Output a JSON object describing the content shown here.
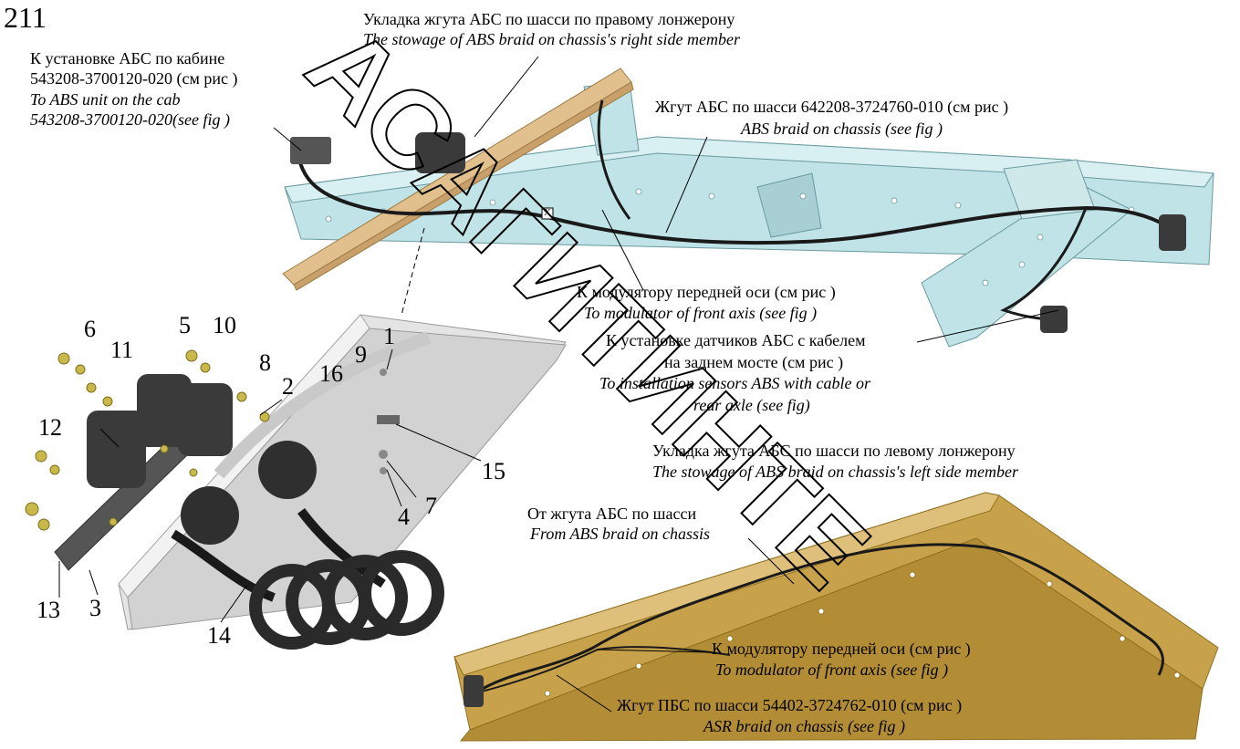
{
  "page_number": "211",
  "watermark": "АСАГИТИНТЕ",
  "captions": {
    "right_member_ru": "Укладка жгута АБС по шасси по правому лонжерону",
    "right_member_en": "The stowage of ABS braid on chassis's right side member",
    "cab_ru_1": "К установке АБС по кабине",
    "cab_ru_2": "543208-3700120-020 (см рис     )",
    "cab_en_1": "To ABS unit on the cab",
    "cab_en_2": "543208-3700120-020(see fig     )",
    "braid_ru": "Жгут АБС по шасси 642208-3724760-010 (см рис     )",
    "braid_en": "ABS braid on chassis (see fig     )",
    "front_mod_ru": "К модулятору передней оси (см рис     )",
    "front_mod_en": "To modulator of front axis (see fig     )",
    "sensors_ru_1": "К установке датчиков АБС с кабелем",
    "sensors_ru_2": "на заднем мосте (см рис     )",
    "sensors_en_1": "To installation sensors ABS with cable or",
    "sensors_en_2": "rear axle (see fig)",
    "left_member_ru": "Укладка жгута АБС по шасси по левому лонжерону",
    "left_member_en": "The stowage of ABS braid on chassis's left side member",
    "from_braid_ru": "От жгута АБС по шасси",
    "from_braid_en": "From ABS braid on chassis",
    "front_mod2_ru": "К модулятору передней оси (см рис     )",
    "front_mod2_en": "To modulator of front axis (see fig     )",
    "asr_ru": "Жгут ПБС по шасси 54402-3724762-010 (см рис     )",
    "asr_en": "ASR braid on chassis (see fig     )"
  },
  "part_numbers": [
    "1",
    "2",
    "3",
    "4",
    "5",
    "6",
    "7",
    "8",
    "9",
    "10",
    "11",
    "12",
    "13",
    "14",
    "15",
    "16"
  ],
  "detail_marker": "X",
  "colors": {
    "frame_blue": "#bfe3e6",
    "frame_blue_dark": "#7fb3b8",
    "crossbar_tan": "#e2c08e",
    "frame_gold": "#c8a24a",
    "frame_gold_dark": "#8f7020",
    "rail_grey": "#d8d8d8",
    "cable": "#1a1a1a",
    "connector": "#3a3a3a",
    "nut": "#c9b84a"
  }
}
